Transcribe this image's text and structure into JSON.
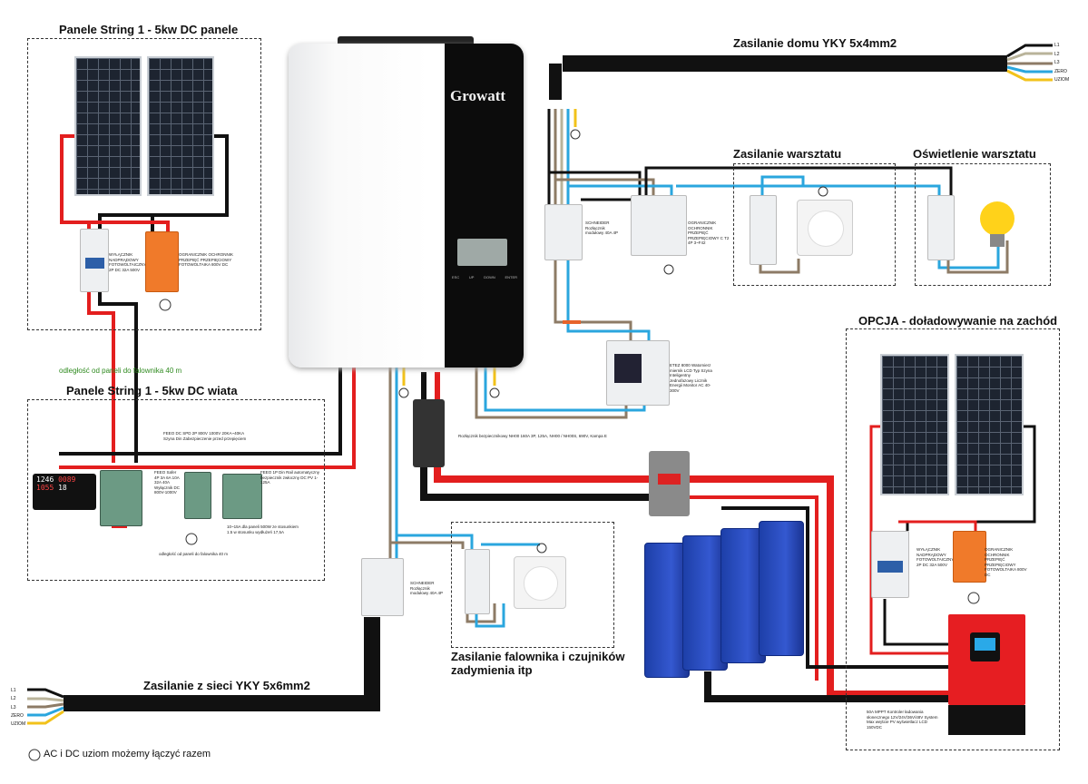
{
  "sections": {
    "string1_panels": "Panele String 1 - 5kw DC panele",
    "string1_carport": "Panele String 1 - 5kw DC wiata",
    "house_supply": "Zasilanie domu YKY 5x4mm2",
    "workshop_supply": "Zasilanie warsztatu",
    "workshop_lighting": "Oświetlenie warsztatu",
    "option_west": "OPCJA - doładowywanie na zachód",
    "inverter_supply": "Zasilanie falownika i czujników zadymienia itp",
    "grid_supply": "Zasilanie z sieci YKY 5x6mm2"
  },
  "distance_note": "odległość od paneli do falownika 40 m",
  "distance_note_small": "odległość od paneli do falownika 40 m",
  "footer_note": "AC i DC uziom możemy łączyć razem",
  "inverter": {
    "brand": "Growatt",
    "buttons": [
      "ESC",
      "UP",
      "DOWN",
      "ENTER"
    ]
  },
  "wire_labels": [
    "L1",
    "L2",
    "L3",
    "ZERO",
    "UZIOM"
  ],
  "device_labels": {
    "pv_breaker": "WYŁĄCZNIK NADPRĄDOWY FOTOWOLTAICZNY 2P DC 32A 500V",
    "pv_spd": "OGRANICZNIK OCHRONNIK PRZEPIĘĆ PRZEPIĘCIOWY FOTOWOLTAIKA 800V DC",
    "carport_spd": "FEEO DC SPD 2P 800V 1000V 20KA~40KA Szyna Din Zabezpieczenie przed przepięciem",
    "carport_fuse": "FEEO Safer 4P 3A 6A 10A 32A 40A Wyłącznik DC 800V-1000V",
    "carport_rcd": "FEEO 1P Din Rail automatyczny bezpiecznik zwłoczny DC PV 1-125A",
    "carport_fuse_note": "10~15A dla paneli 500W ze stosunkiem 1.5 w stosunku wydłużeń 17,5A",
    "house_breaker": "SCHNEIDER Rozłącznik modułowy 40A 4P",
    "house_spd": "OGRANICZNIK OCHRONNIK PRZEPIĘĆ PRZEPIĘCIOWY C T2 4P 3~F42",
    "energy_meter": "ETEZ 8000 Watomierz miernik LCD Typ Szyna Inteligentny Jednofazowy Licznik Energii Monitor AC 40-300V",
    "fuse_disconnector": "Rozłącznik bezpiecznikowy NH00 160A 3P, 125A, NH00 / NH00S, 690V, Kampa E",
    "grid_breaker": "SCHNEIDER Rozłącznik modułowy 40A 4P",
    "west_breaker": "WYŁĄCZNIK NADPRĄDOWY FOTOWOLTAICZNY 2P DC 32A 500V",
    "west_spd": "OGRANICZNIK OCHRONNIK PRZEPIĘĆ PRZEPIĘCIOWY FOTOWOLTAIKA 800V DC",
    "mppt": "50A MPPT Kontroler ładowania słonecznego 12V/24V/36V/48V System Max wejście PV wyświetlacz LCD 150VDC"
  },
  "meter_display": [
    "1246",
    "1055",
    "0089",
    "18"
  ],
  "colors": {
    "dc_positive": "#e31e1e",
    "dc_negative": "#111111",
    "neutral": "#2aa6de",
    "phase_brown": "#8d7b66",
    "earth": "#f2c21a",
    "phase_grey": "#b9b39a",
    "note_green": "#2f8a1f"
  }
}
